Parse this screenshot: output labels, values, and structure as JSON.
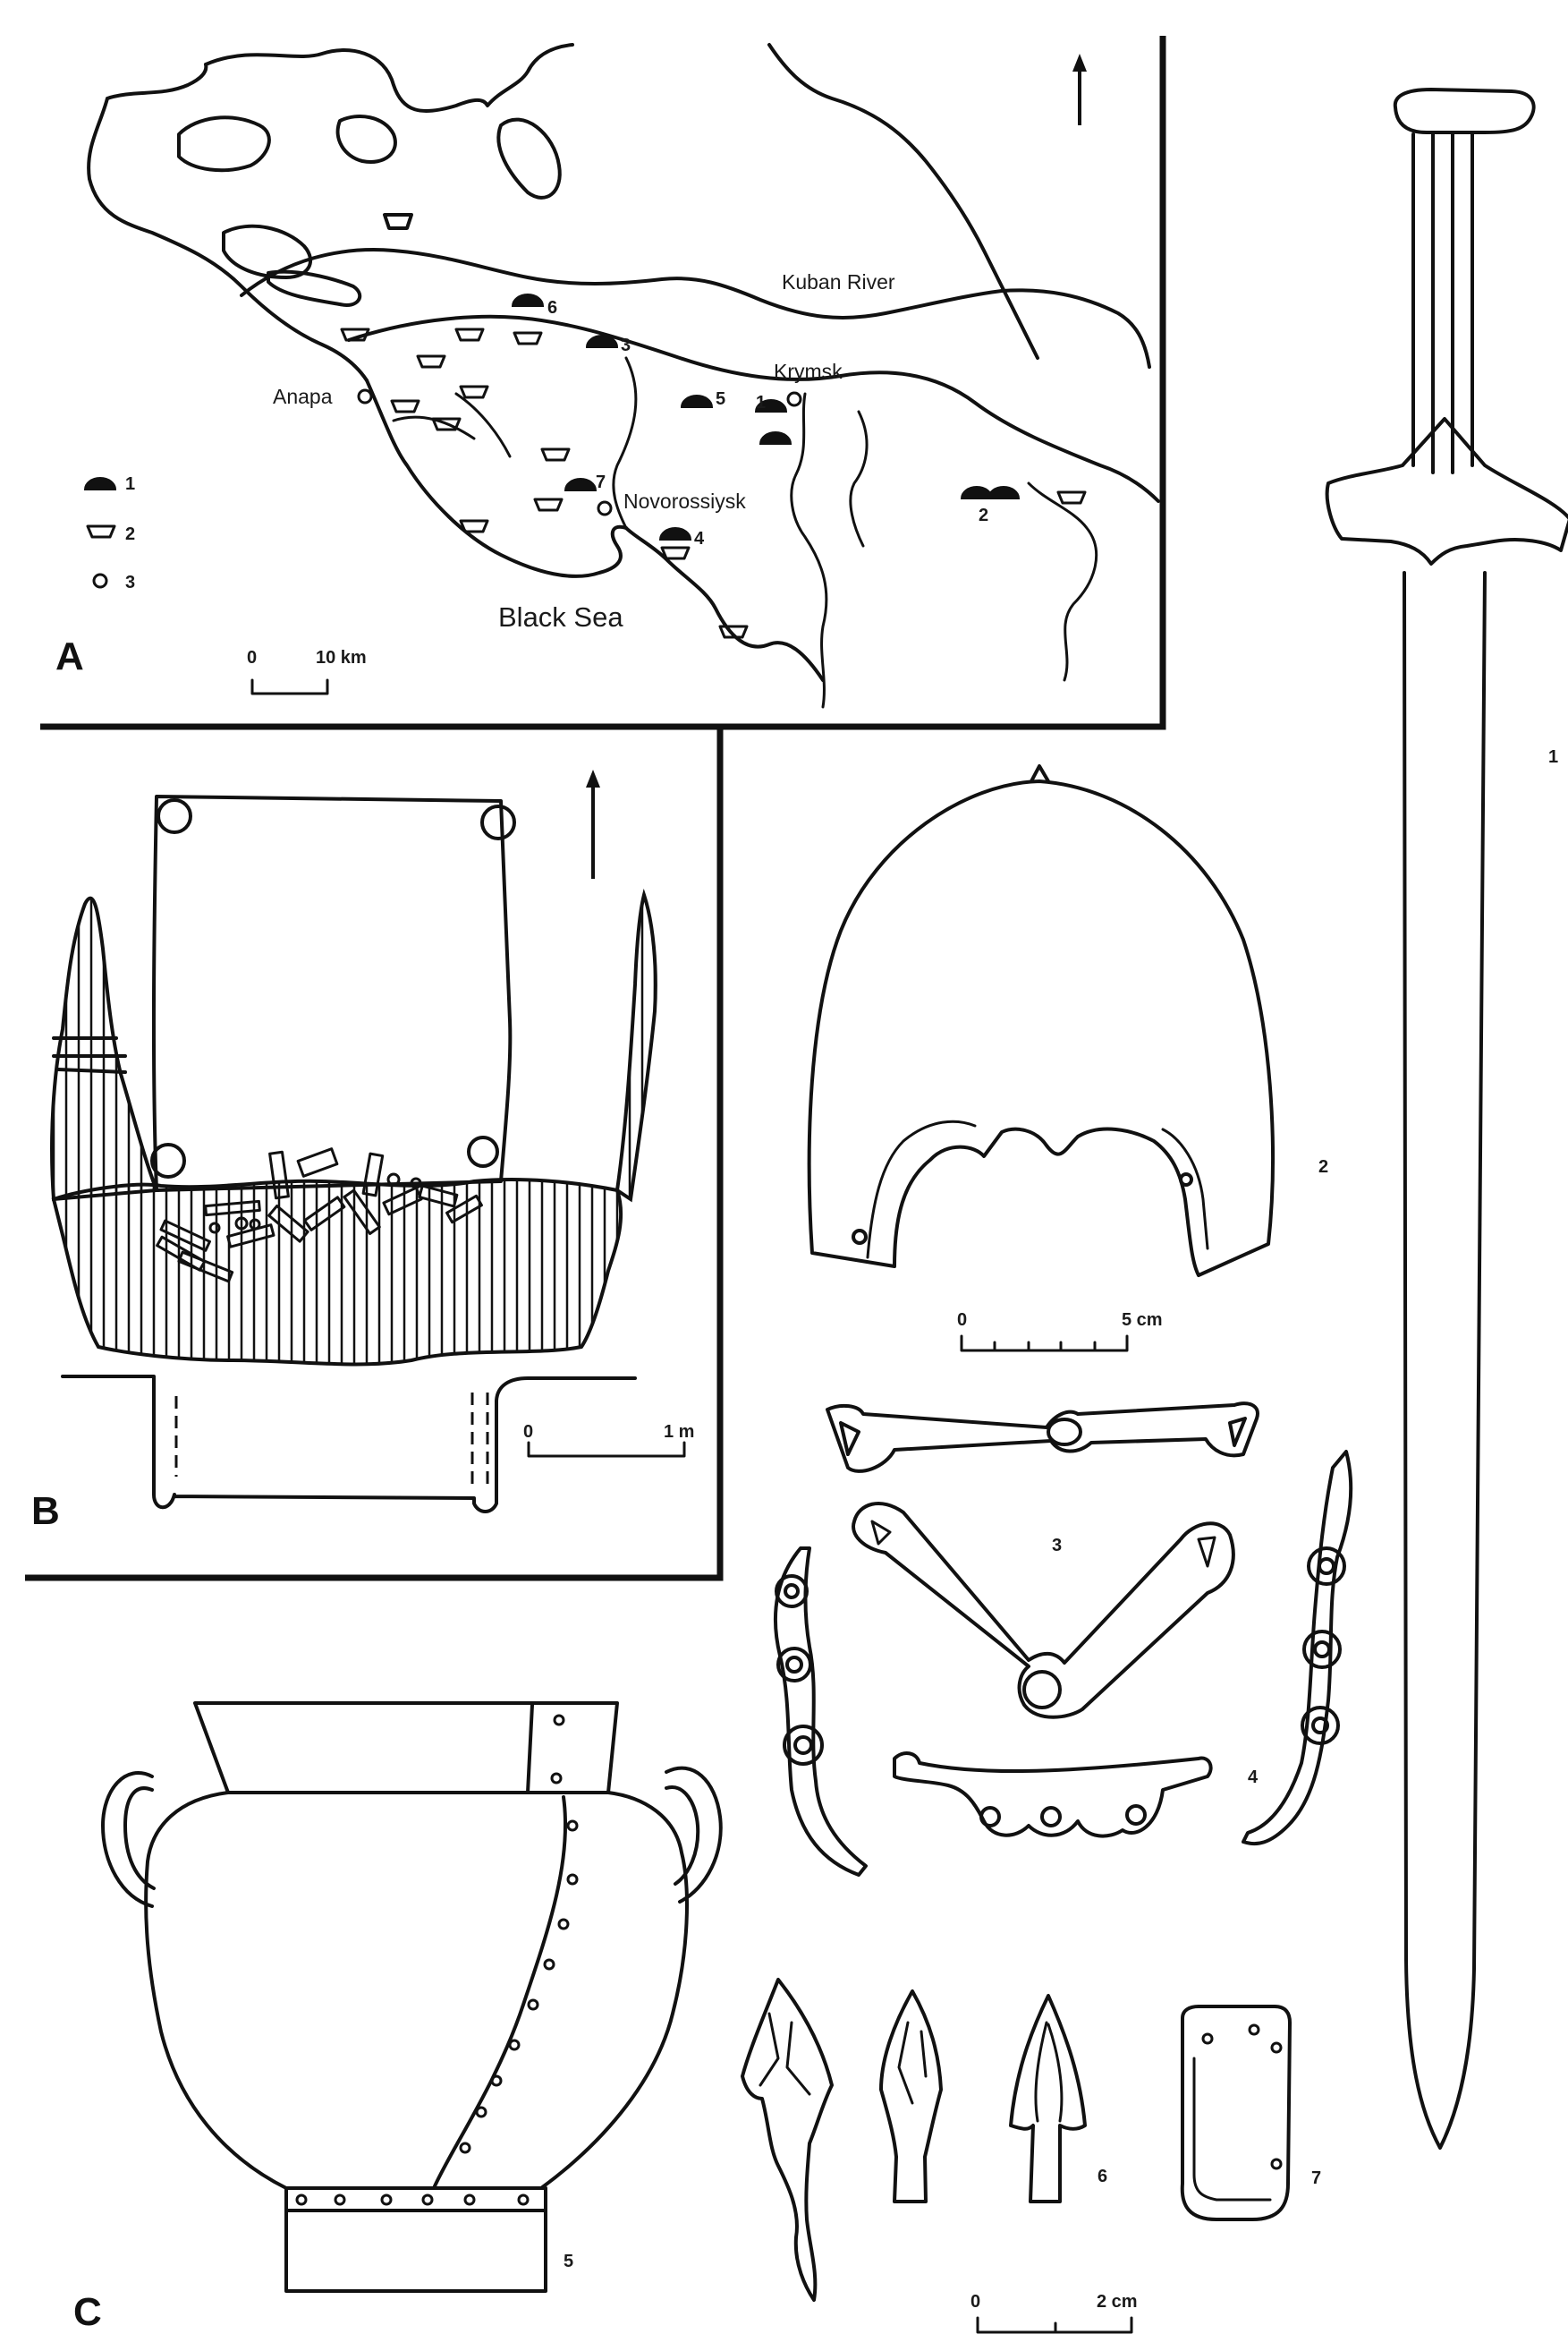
{
  "panels": {
    "a": {
      "letter": "A",
      "places": {
        "kuban_river": "Kuban River",
        "krymsk": "Krymsk",
        "anapa": "Anapa",
        "novorossiysk": "Novorossiysk",
        "black_sea": "Black Sea"
      },
      "sites": [
        "1",
        "2",
        "3",
        "4",
        "5",
        "6",
        "7"
      ],
      "legend": [
        "1",
        "2",
        "3"
      ],
      "scale": {
        "start": "0",
        "end": "10 km"
      }
    },
    "b": {
      "letter": "B",
      "scale": {
        "start": "0",
        "end": "1 m"
      }
    },
    "c": {
      "letter": "C",
      "items": [
        "1",
        "2",
        "3",
        "4",
        "5",
        "6",
        "7"
      ],
      "scale_helmet": {
        "start": "0",
        "end": "5 cm"
      },
      "scale_small": {
        "start": "0",
        "end": "2 cm"
      }
    }
  }
}
